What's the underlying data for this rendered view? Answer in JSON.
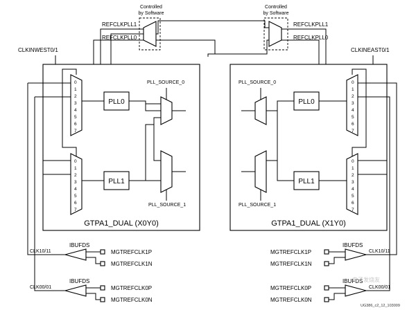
{
  "diagram": {
    "controlled_left": [
      "Controlled",
      "by Software"
    ],
    "controlled_right": [
      "Controlled",
      "by Software"
    ],
    "refclkpll1_left": "REFCLKPLL1",
    "refclkpll0_left": "REFCLKPLL0",
    "refclkpll1_right": "REFCLKPLL1",
    "refclkpll0_right": "REFCLKPLL0",
    "clkinwest": "CLKINWEST0/1",
    "clkineast": "CLKINEAST0/1",
    "tile_left": {
      "name": "GTPA1_DUAL  (X0Y0)",
      "pll0": "PLL0",
      "pll1": "PLL1",
      "pll_source_0": "PLL_SOURCE_0",
      "pll_source_1": "PLL_SOURCE_1"
    },
    "tile_right": {
      "name": "GTPA1_DUAL  (X1Y0)",
      "pll0": "PLL0",
      "pll1": "PLL1",
      "pll_source_0": "PLL_SOURCE_0",
      "pll_source_1": "PLL_SOURCE_1"
    },
    "mux_inputs": [
      "0",
      "1",
      "2",
      "3",
      "4",
      "5",
      "6",
      "7"
    ],
    "ibufds_left_top": {
      "name": "IBUFDS",
      "out": "CLK10/11",
      "p": "MGTREFCLK1P",
      "n": "MGTREFCLK1N"
    },
    "ibufds_left_bottom": {
      "name": "IBUFDS",
      "out": "CLK00/01",
      "p": "MGTREFCLK0P",
      "n": "MGTREFCLK0N"
    },
    "ibufds_right_top": {
      "name": "IBUFDS",
      "out": "CLK10/11",
      "p": "MGTREFCLK1P",
      "n": "MGTREFCLK1N"
    },
    "ibufds_right_bottom": {
      "name": "IBUFDS",
      "out": "CLK00/01",
      "p": "MGTREFCLK0P",
      "n": "MGTREFCLK0N"
    },
    "figure_id": "UG386_c2_12_103009",
    "watermark": "电子发烧友"
  }
}
